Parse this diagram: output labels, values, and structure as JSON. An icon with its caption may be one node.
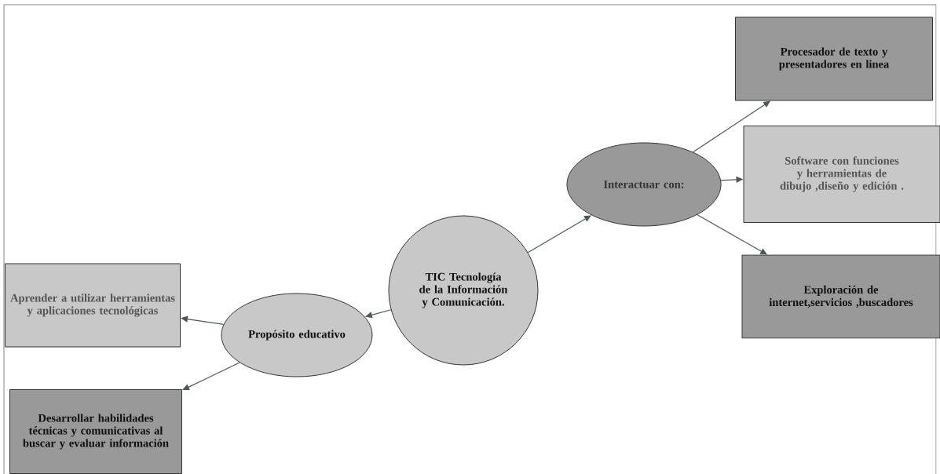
{
  "diagram": {
    "nodes": [
      {
        "text": [
          "TIC Tecnología de la Información y Comunicación."
        ]
      },
      {
        "text": [
          "Interactuar con:"
        ]
      },
      {
        "text": [
          "Procesador de texto y presentadores en linea"
        ]
      },
      {
        "text": [
          "Software con funciones y herramientas de dibujo ,diseño y edición ."
        ]
      },
      {
        "text": [
          "Exploración de internet,servicios ,buscadores"
        ]
      },
      {
        "text": [
          "Propósito educativo"
        ]
      },
      {
        "text": [
          "Aprender a utilizar herramientas y aplicaciones tecnológicas"
        ]
      },
      {
        "text": [
          "Desarrollar habilidades técnicas y comunicativas al buscar y evaluar información"
        ]
      }
    ],
    "edges": [
      {
        "from": 0,
        "to": 1,
        "arrow": "to"
      },
      {
        "from": 1,
        "to": 2,
        "arrow": "to"
      },
      {
        "from": 1,
        "to": 3,
        "arrow": "to"
      },
      {
        "from": 1,
        "to": 4,
        "arrow": "to"
      },
      {
        "from": 0,
        "to": 5,
        "arrow": "to"
      },
      {
        "from": 5,
        "to": 6,
        "arrow": "to"
      },
      {
        "from": 5,
        "to": 7,
        "arrow": "to"
      }
    ]
  }
}
